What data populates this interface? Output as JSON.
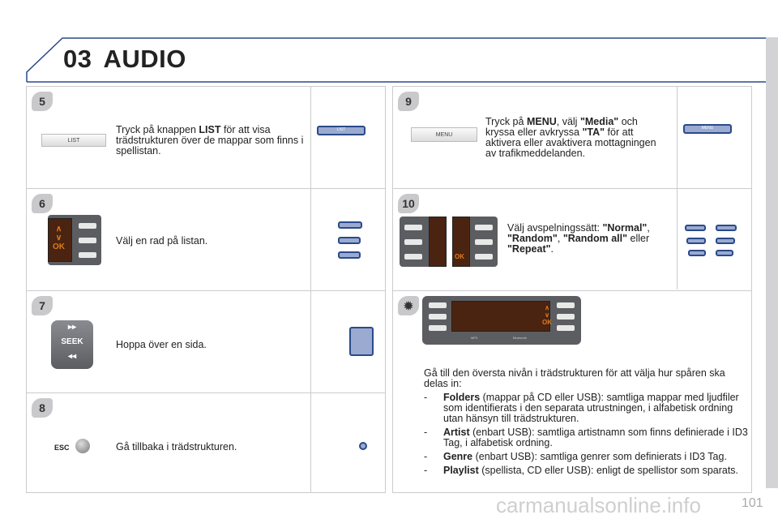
{
  "header": {
    "chapter": "03",
    "title": "AUDIO"
  },
  "steps": [
    {
      "num": "5",
      "button": "LIST",
      "text_pre": "Tryck på knappen ",
      "bold": "LIST",
      "text_post": " för att visa trädstrukturen över de mappar som finns i spellistan.",
      "thumb_label": "LIST"
    },
    {
      "num": "6",
      "screen_label": "OK",
      "text": "Välj en rad på listan."
    },
    {
      "num": "7",
      "button": "SEEK",
      "text": "Hoppa över en sida."
    },
    {
      "num": "8",
      "button": "ESC",
      "text": "Gå tillbaka i trädstrukturen."
    },
    {
      "num": "9",
      "button": "MENU",
      "t1": "Tryck på ",
      "b1": "MENU",
      "t2": ", välj ",
      "b2": "\"Media\"",
      "t3": " och kryssa eller avkryssa ",
      "b3": "\"TA\"",
      "t4": " för att aktivera eller avaktivera mottagningen av trafikmeddelanden.",
      "thumb_label": "MENU"
    },
    {
      "num": "10",
      "screen_label": "OK",
      "t1": "Välj avspelningssätt: ",
      "b1": "\"Normal\"",
      "t2": ", ",
      "b2": "\"Random\"",
      "t3": ", ",
      "b3": "\"Random all\"",
      "t4": " eller ",
      "b4": "\"Repeat\"",
      "t5": "."
    }
  ],
  "settings": {
    "display_labels": [
      "MP3",
      "Bluetooth"
    ],
    "intro": "Gå till den översta nivån i trädstrukturen för att välja hur spåren ska delas in:",
    "items": [
      {
        "bold": "Folders",
        "text": " (mappar på CD eller USB): samtliga mappar med ljudfiler som identifierats i den separata utrustningen, i alfabetisk ordning utan hänsyn till trädstrukturen."
      },
      {
        "bold": "Artist",
        "text": " (enbart USB): samtliga artistnamn som finns definierade i ID3 Tag, i alfabetisk ordning."
      },
      {
        "bold": "Genre",
        "text": " (enbart USB): samtliga genrer som definierats i ID3 Tag."
      },
      {
        "bold": "Playlist",
        "text": " (spellista, CD eller USB): enligt de spellistor som sparats."
      }
    ]
  },
  "page_number": "101",
  "watermark": "carmanualsonline.info",
  "dash": "-"
}
